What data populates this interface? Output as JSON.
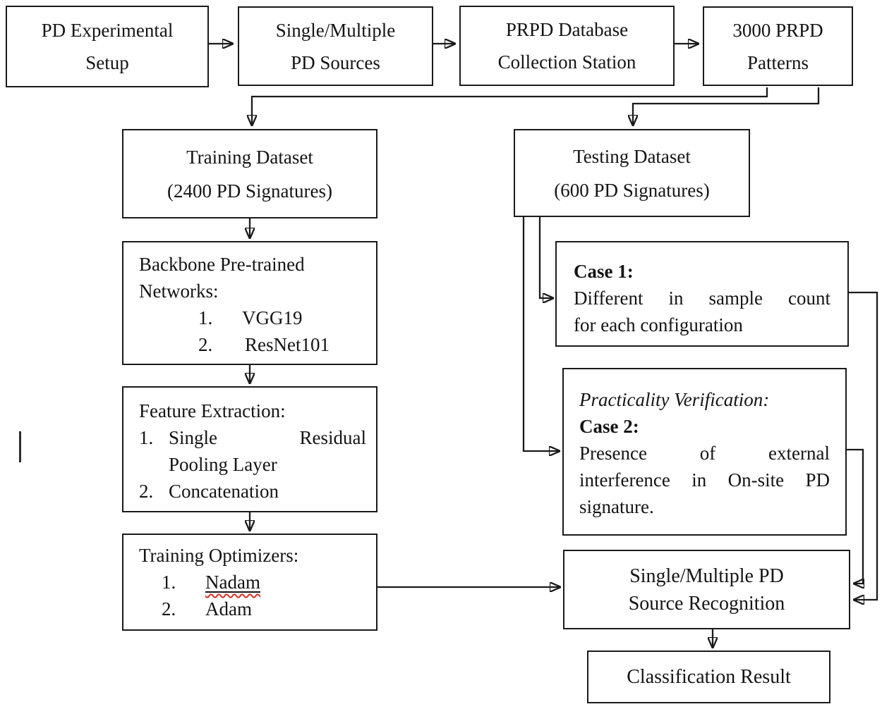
{
  "boxes": {
    "pd_experimental_setup": {
      "line1": "PD Experimental",
      "line2": "Setup"
    },
    "pd_sources": {
      "line1": "Single/Multiple",
      "line2": "PD Sources"
    },
    "prpd_station": {
      "line1": "PRPD Database",
      "line2": "Collection Station"
    },
    "prpd_patterns": {
      "line1": "3000 PRPD",
      "line2": "Patterns"
    },
    "training_dataset": {
      "line1": "Training Dataset",
      "line2": "(2400 PD Signatures)"
    },
    "testing_dataset": {
      "line1": "Testing Dataset",
      "line2": "(600 PD Signatures)"
    },
    "backbone": {
      "title": "Backbone Pre-trained Networks:",
      "item1_num": "1.",
      "item1_text": "VGG19",
      "item2_num": "2.",
      "item2_text": "ResNet101"
    },
    "feature_extraction": {
      "title": "Feature Extraction:",
      "item1_num": "1.",
      "item1_line1": "Single Residual",
      "item1_line2": "Pooling Layer",
      "item2_num": "2.",
      "item2_text": "Concatenation"
    },
    "optimizers": {
      "title": "Training Optimizers:",
      "item1_num": "1.",
      "item1_text": "Nadam",
      "item2_num": "2.",
      "item2_text": "Adam"
    },
    "case1": {
      "title": "Case 1:",
      "body_line1": "Different in sample count",
      "body_line2": "for each configuration"
    },
    "case2": {
      "subtitle": "Practicality Verification:",
      "title": "Case 2:",
      "body_line1": "Presence of external",
      "body_line2": "interference in On-site PD",
      "body_line3": "signature."
    },
    "recognition": {
      "line1": "Single/Multiple PD",
      "line2": "Source Recognition"
    },
    "classification": {
      "label": "Classification Result"
    }
  },
  "colors": {
    "background": "#ffffff",
    "box_border": "#1a1a1a",
    "connector": "#1a1a1a",
    "text": "#141414",
    "spellcheck_underline": "#d93025"
  }
}
